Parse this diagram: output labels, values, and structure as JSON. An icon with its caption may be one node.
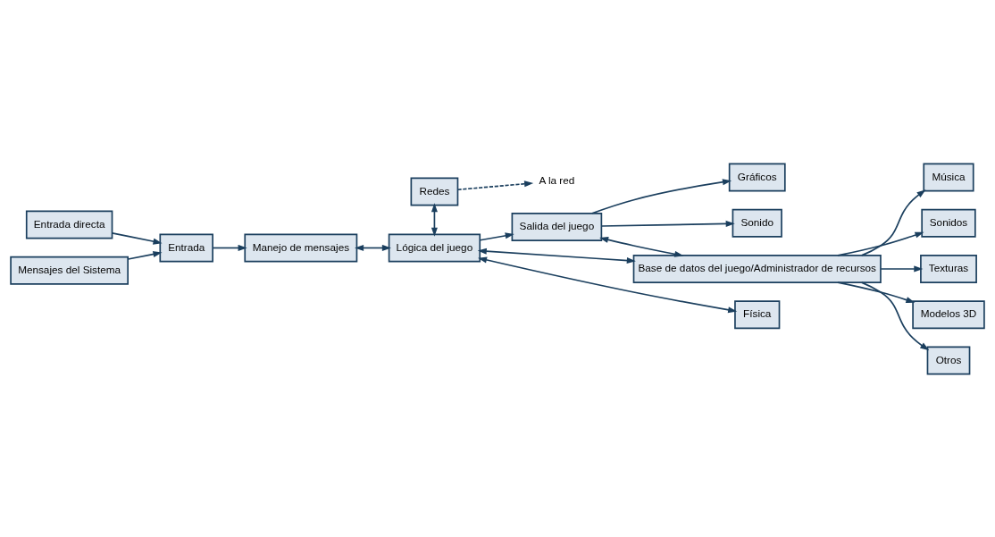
{
  "diagram": {
    "nodes": [
      {
        "text": [
          "Entrada directa"
        ]
      },
      {
        "text": [
          "Mensajes del Sistema"
        ]
      },
      {
        "text": [
          "Entrada"
        ]
      },
      {
        "text": [
          "Manejo de mensajes"
        ]
      },
      {
        "text": [
          "Redes"
        ]
      },
      {
        "text": [
          "A la red"
        ]
      },
      {
        "text": [
          "Lógica del juego"
        ]
      },
      {
        "text": [
          "Salida del juego"
        ]
      },
      {
        "text": [
          "Gráficos"
        ]
      },
      {
        "text": [
          "Sonido"
        ]
      },
      {
        "text": [
          "Física"
        ]
      },
      {
        "text": [
          "Base de datos del juego/Administrador de recursos"
        ]
      },
      {
        "text": [
          "Música"
        ]
      },
      {
        "text": [
          "Sonidos"
        ]
      },
      {
        "text": [
          "Texturas"
        ]
      },
      {
        "text": [
          "Modelos 3D"
        ]
      },
      {
        "text": [
          "Otros"
        ]
      }
    ],
    "edges": [
      {
        "from": 0,
        "to": 2,
        "arrow": "to"
      },
      {
        "from": 1,
        "to": 2,
        "arrow": "to"
      },
      {
        "from": 2,
        "to": 3,
        "arrow": "to"
      },
      {
        "from": 3,
        "to": 6,
        "arrow": "both"
      },
      {
        "from": 4,
        "to": 6,
        "arrow": "both"
      },
      {
        "from": 4,
        "to": 5,
        "arrow": "to",
        "style": "dashed"
      },
      {
        "from": 6,
        "to": 7,
        "arrow": "to"
      },
      {
        "from": 7,
        "to": 8,
        "arrow": "to"
      },
      {
        "from": 7,
        "to": 9,
        "arrow": "to"
      },
      {
        "from": 6,
        "to": 10,
        "arrow": "both"
      },
      {
        "from": 6,
        "to": 11,
        "arrow": "both"
      },
      {
        "from": 7,
        "to": 11,
        "arrow": "both"
      },
      {
        "from": 11,
        "to": 12,
        "arrow": "to"
      },
      {
        "from": 11,
        "to": 13,
        "arrow": "to"
      },
      {
        "from": 11,
        "to": 14,
        "arrow": "to"
      },
      {
        "from": 11,
        "to": 15,
        "arrow": "to"
      },
      {
        "from": 11,
        "to": 16,
        "arrow": "to"
      }
    ]
  }
}
